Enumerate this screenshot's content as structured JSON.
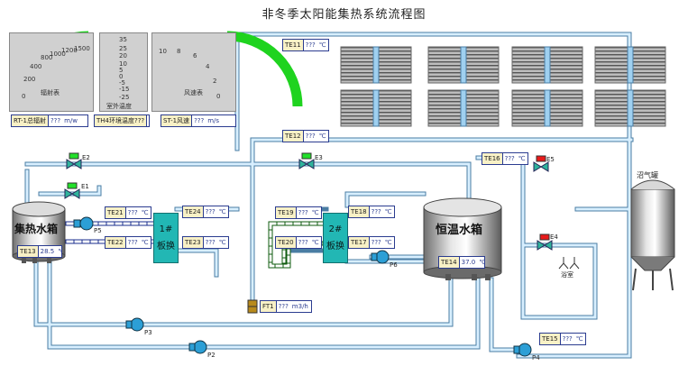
{
  "title": "非冬季太阳能集热系统流程图",
  "gauges": {
    "radiation": {
      "ticks": [
        "0",
        "200",
        "400",
        "800",
        "1000",
        "1200",
        "1500"
      ],
      "dial_label": "辐射表",
      "caption_label": "RT-1总辐射",
      "caption_value": "???",
      "caption_unit": "m/w",
      "needle_fraction": 0.0
    },
    "thermometer": {
      "ticks": [
        "35",
        "25",
        "20",
        "10",
        "5",
        "0",
        "-5",
        "-15",
        "-25"
      ],
      "dial_label": "室外温度",
      "caption": "TH4环境温度???",
      "caption_unit": "℃",
      "level_fraction": 0.58
    },
    "wind": {
      "ticks": [
        "10",
        "8",
        "6",
        "4",
        "2",
        "0"
      ],
      "dial_label": "风速表",
      "caption_label": "ST-1风速",
      "caption_value": "???",
      "caption_unit": "m/s",
      "needle_fraction": 0.0
    }
  },
  "sensors": [
    {
      "id": "TE11",
      "value": "???",
      "unit": "℃"
    },
    {
      "id": "TE12",
      "value": "???",
      "unit": "℃"
    },
    {
      "id": "TE21",
      "value": "???",
      "unit": "℃"
    },
    {
      "id": "TE22",
      "value": "???",
      "unit": "℃"
    },
    {
      "id": "TE24",
      "value": "???",
      "unit": "℃"
    },
    {
      "id": "TE23",
      "value": "???",
      "unit": "℃"
    },
    {
      "id": "TE13",
      "value": "28.5",
      "unit": "℃"
    },
    {
      "id": "TE19",
      "value": "???",
      "unit": "℃"
    },
    {
      "id": "TE20",
      "value": "???",
      "unit": "℃"
    },
    {
      "id": "TE18",
      "value": "???",
      "unit": "℃"
    },
    {
      "id": "TE17",
      "value": "???",
      "unit": "℃"
    },
    {
      "id": "TE14",
      "value": "37.0",
      "unit": "℃"
    },
    {
      "id": "TE16",
      "value": "???",
      "unit": "℃"
    },
    {
      "id": "TE15",
      "value": "???",
      "unit": "℃"
    }
  ],
  "flowmeter": {
    "id": "FT1",
    "value": "???",
    "unit": "m3/h"
  },
  "tanks": {
    "collector": "集热水箱",
    "constant": "恒温水箱",
    "biogas": "沼气罐"
  },
  "exchangers": [
    {
      "line1": "1#",
      "line2": "板换"
    },
    {
      "line1": "2#",
      "line2": "板换"
    }
  ],
  "valves": {
    "e1": "E1",
    "e2": "E2",
    "e3": "E3",
    "e4": "E4",
    "e5": "E5"
  },
  "pumps": {
    "p2": "P2",
    "p3": "P3",
    "p4": "P4",
    "p5": "P5",
    "p6": "P6"
  },
  "bathroom": "浴室",
  "colors": {
    "pipe": "#9fd0f0",
    "pipe_edge": "#4a7da3",
    "valve_green": "#22e02a",
    "valve_red": "#e81a1a",
    "exchanger": "#22b7b4",
    "label_bg": "#f8f1c6"
  }
}
